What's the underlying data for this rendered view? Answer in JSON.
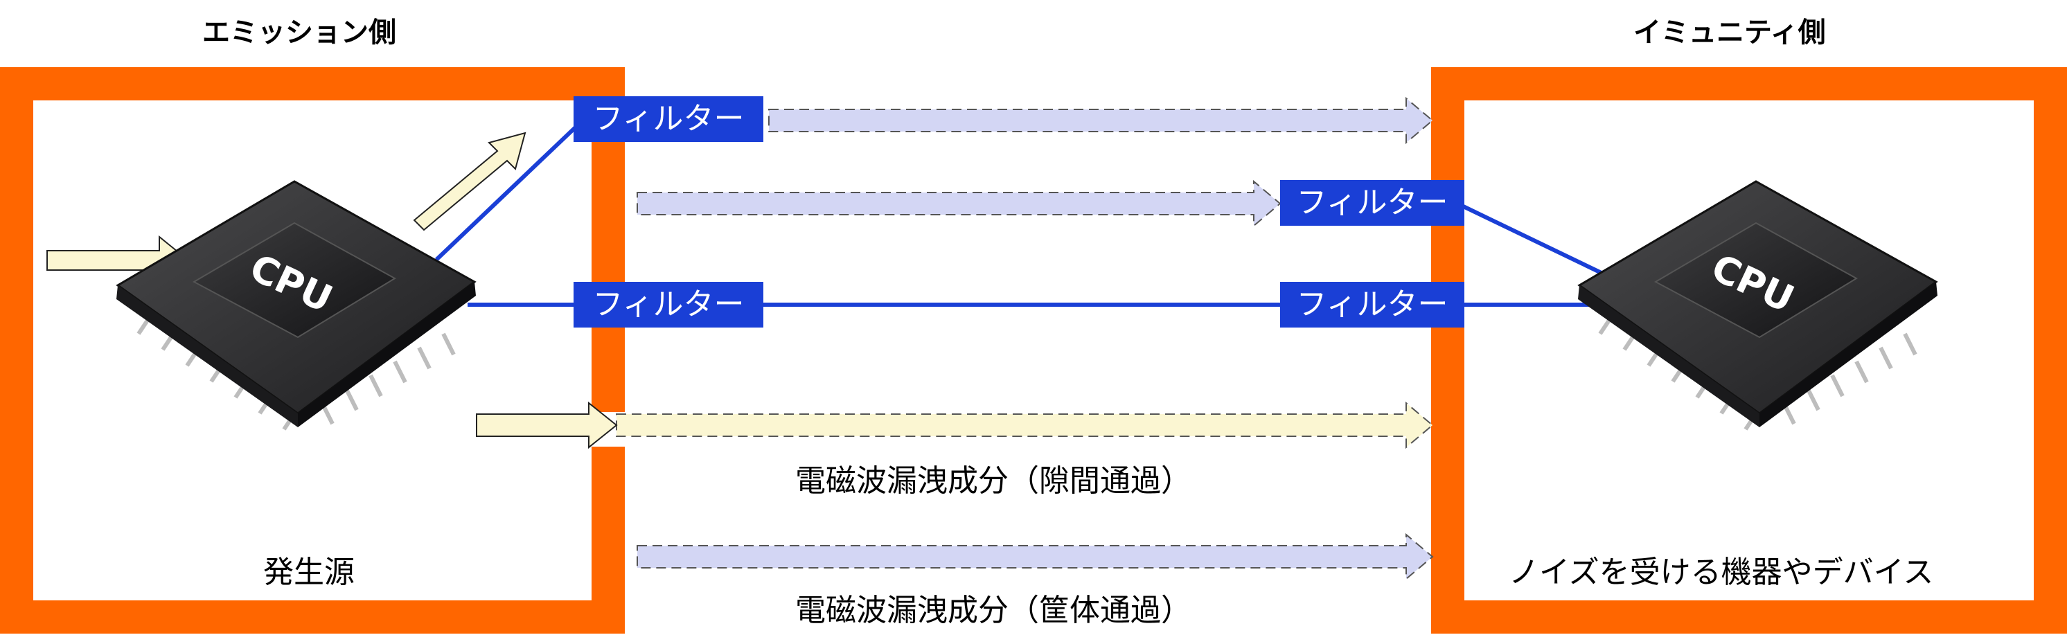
{
  "emission": {
    "heading": "エミッション側",
    "source_label": "発生源",
    "chip_label": "CPU"
  },
  "immunity": {
    "heading": "イミュニティ側",
    "device_label": "ノイズを受ける機器やデバイス",
    "chip_label": "CPU"
  },
  "filters": {
    "f1": "フィルター",
    "f2": "フィルター",
    "f3": "フィルター",
    "f4": "フィルター"
  },
  "leak_labels": {
    "gap": "電磁波漏洩成分（隙間通過）",
    "enclosure": "電磁波漏洩成分（筐体通過）"
  },
  "colors": {
    "enclosure": "#ff6600",
    "filter_fill": "#1a3fd6",
    "wire": "#1a3fd6",
    "noise_arrow_fill": "#fbf6d2",
    "leak_arrow_fill": "#d3d6f4",
    "chip_body": "#2e2e30",
    "chip_pins": "#c9c9c9"
  }
}
